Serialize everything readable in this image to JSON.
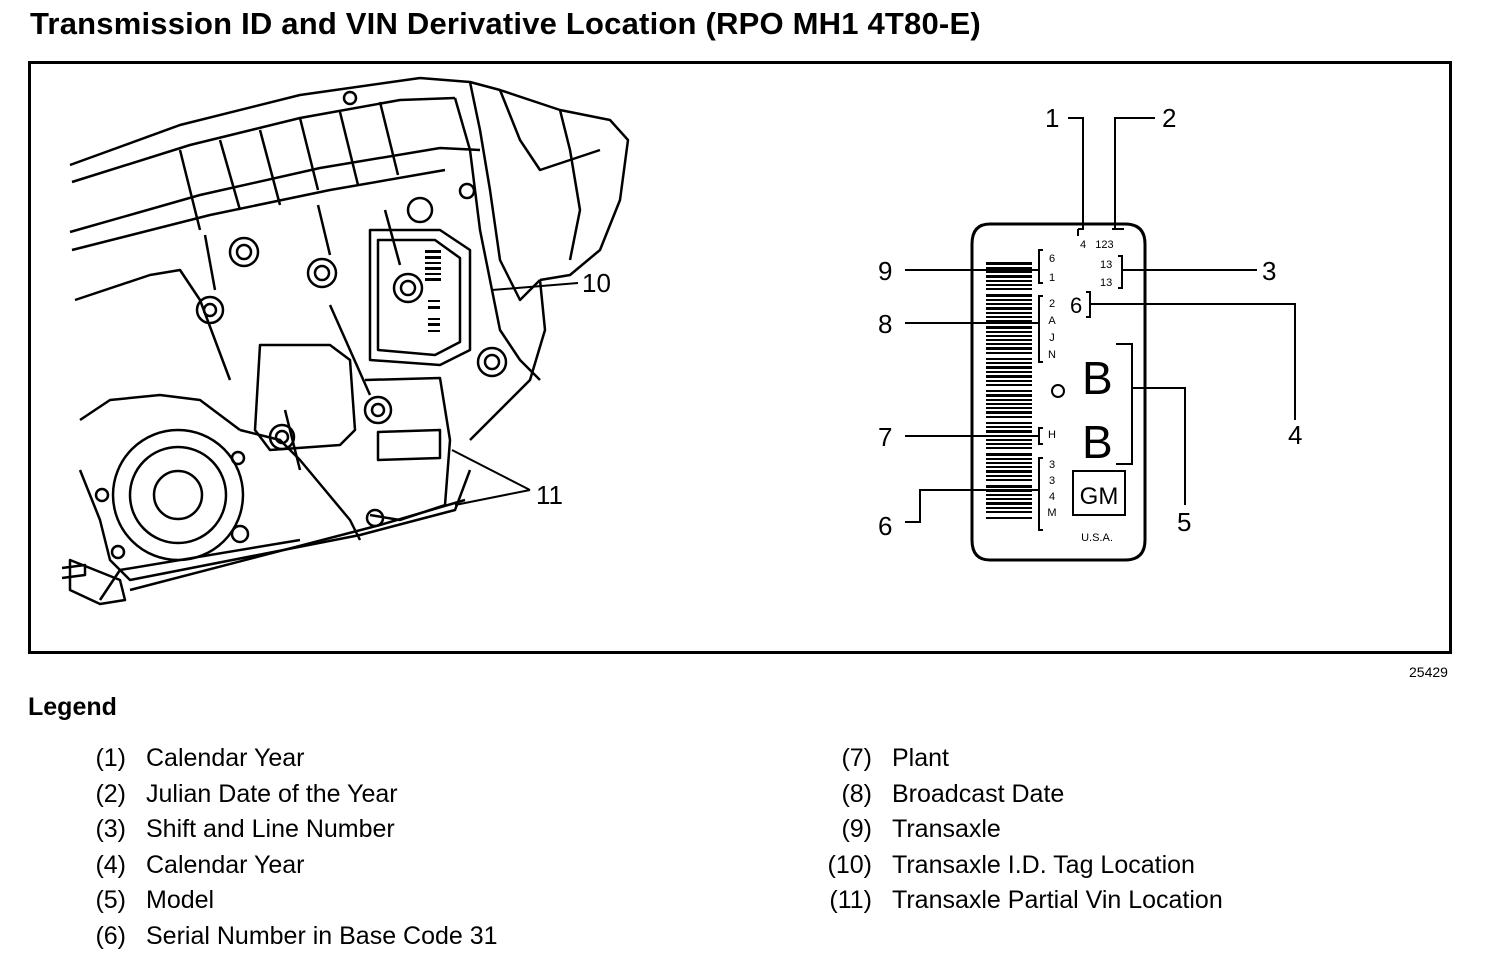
{
  "title": "Transmission ID and VIN Derivative Location (RPO MH1 4T80-E)",
  "figure_id": "25429",
  "callouts": {
    "c1": "1",
    "c2": "2",
    "c3": "3",
    "c4": "4",
    "c5": "5",
    "c6": "6",
    "c7": "7",
    "c8": "8",
    "c9": "9",
    "c10": "10",
    "c11": "11"
  },
  "tag": {
    "top_codes": "4   123",
    "code_13_a": "13",
    "code_13_b": "13",
    "code_6": "6",
    "col_9": [
      "6",
      "1"
    ],
    "col_8": [
      "2",
      "A",
      "J",
      "N"
    ],
    "col_7": [
      "H"
    ],
    "col_6": [
      "3",
      "3",
      "4",
      "M"
    ],
    "model_b1": "B",
    "model_b2": "B",
    "logo": "GM",
    "country": "U.S.A."
  },
  "legend": {
    "title": "Legend",
    "left": [
      {
        "num": "(1)",
        "text": "Calendar Year"
      },
      {
        "num": "(2)",
        "text": "Julian Date of the Year"
      },
      {
        "num": "(3)",
        "text": "Shift and Line Number"
      },
      {
        "num": "(4)",
        "text": "Calendar Year"
      },
      {
        "num": "(5)",
        "text": "Model"
      },
      {
        "num": "(6)",
        "text": "Serial Number in Base Code 31"
      }
    ],
    "right": [
      {
        "num": "(7)",
        "text": "Plant"
      },
      {
        "num": "(8)",
        "text": "Broadcast Date"
      },
      {
        "num": "(9)",
        "text": "Transaxle"
      },
      {
        "num": "(10)",
        "text": "Transaxle I.D. Tag Location"
      },
      {
        "num": "(11)",
        "text": "Transaxle Partial Vin Location"
      }
    ]
  }
}
